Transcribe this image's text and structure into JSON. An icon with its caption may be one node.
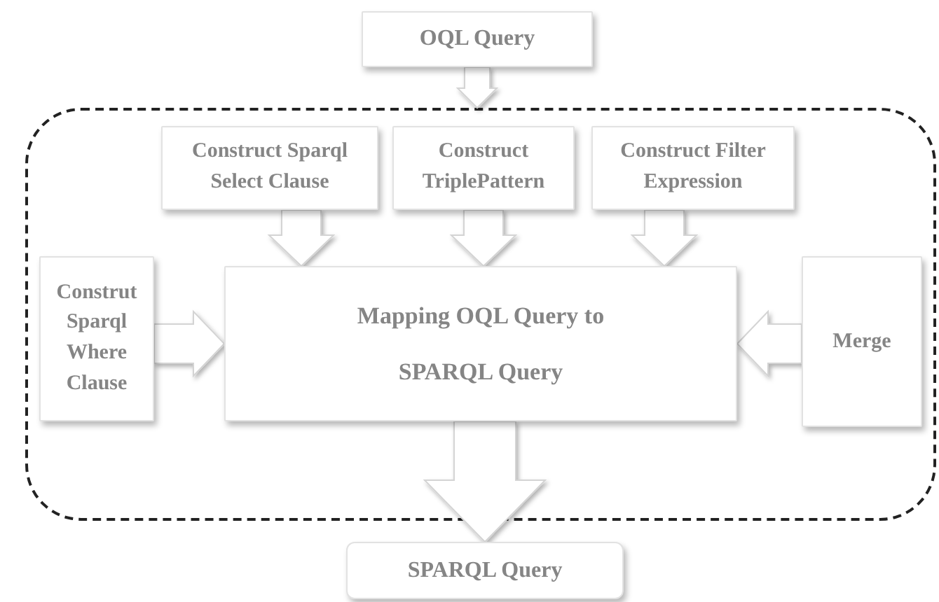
{
  "diagram": {
    "nodes": [
      {
        "text": [
          "OQL Query"
        ]
      },
      {
        "text": [],
        "shape": "box"
      },
      {
        "text": [
          "Construct Sparql Select Clause"
        ],
        "in": 1
      },
      {
        "text": [
          "Construct TriplePattern"
        ],
        "in": 1
      },
      {
        "text": [
          "Construct Filter Expression"
        ],
        "in": 1
      },
      {
        "text": [
          "Construt Sparql Where Clause"
        ],
        "in": 1
      },
      {
        "text": [
          "Mapping OQL Query to SPARQL Query"
        ],
        "in": 1
      },
      {
        "text": [
          "Merge"
        ],
        "in": 1
      },
      {
        "text": [
          "SPARQL Query"
        ]
      }
    ],
    "edges": [
      {
        "from": 0,
        "to": 1,
        "arrow": "to"
      },
      {
        "from": 2,
        "to": 6,
        "arrow": "to"
      },
      {
        "from": 3,
        "to": 6,
        "arrow": "to"
      },
      {
        "from": 4,
        "to": 6,
        "arrow": "to"
      },
      {
        "from": 5,
        "to": 6,
        "arrow": "to"
      },
      {
        "from": 7,
        "to": 6,
        "arrow": "to"
      },
      {
        "from": 6,
        "to": 8,
        "arrow": "to"
      }
    ]
  }
}
